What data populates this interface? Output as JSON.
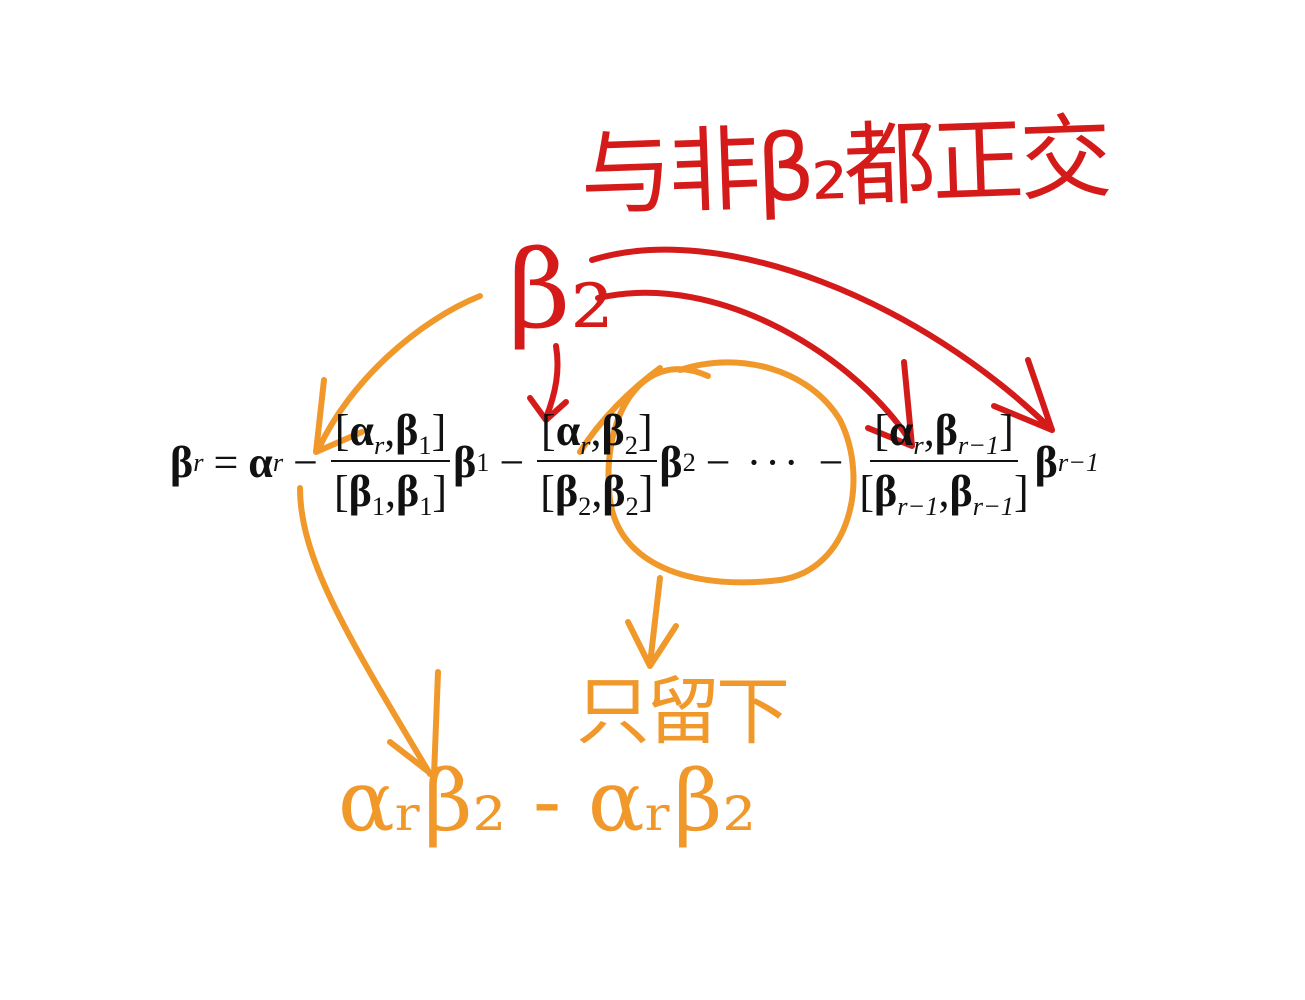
{
  "annotations": {
    "title_note": "与非β₂都正交",
    "beta_label": "β₂",
    "leave_note": "只留下",
    "bottom_expr": "αᵣβ₂ - αᵣβ₂"
  },
  "formula": {
    "lhs": "β",
    "lhs_sub": "r",
    "eq": "=",
    "alpha": "α",
    "alpha_sub": "r",
    "minus": "−",
    "comma": ",",
    "lbr": "[",
    "rbr": "]",
    "beta": "β",
    "one": "1",
    "two": "2",
    "r": "r",
    "r_minus_1": "r−1",
    "dots": "···"
  },
  "colors": {
    "red_ink": "#d51a1a",
    "orange_ink": "#f0982a",
    "formula_ink": "#111111"
  }
}
